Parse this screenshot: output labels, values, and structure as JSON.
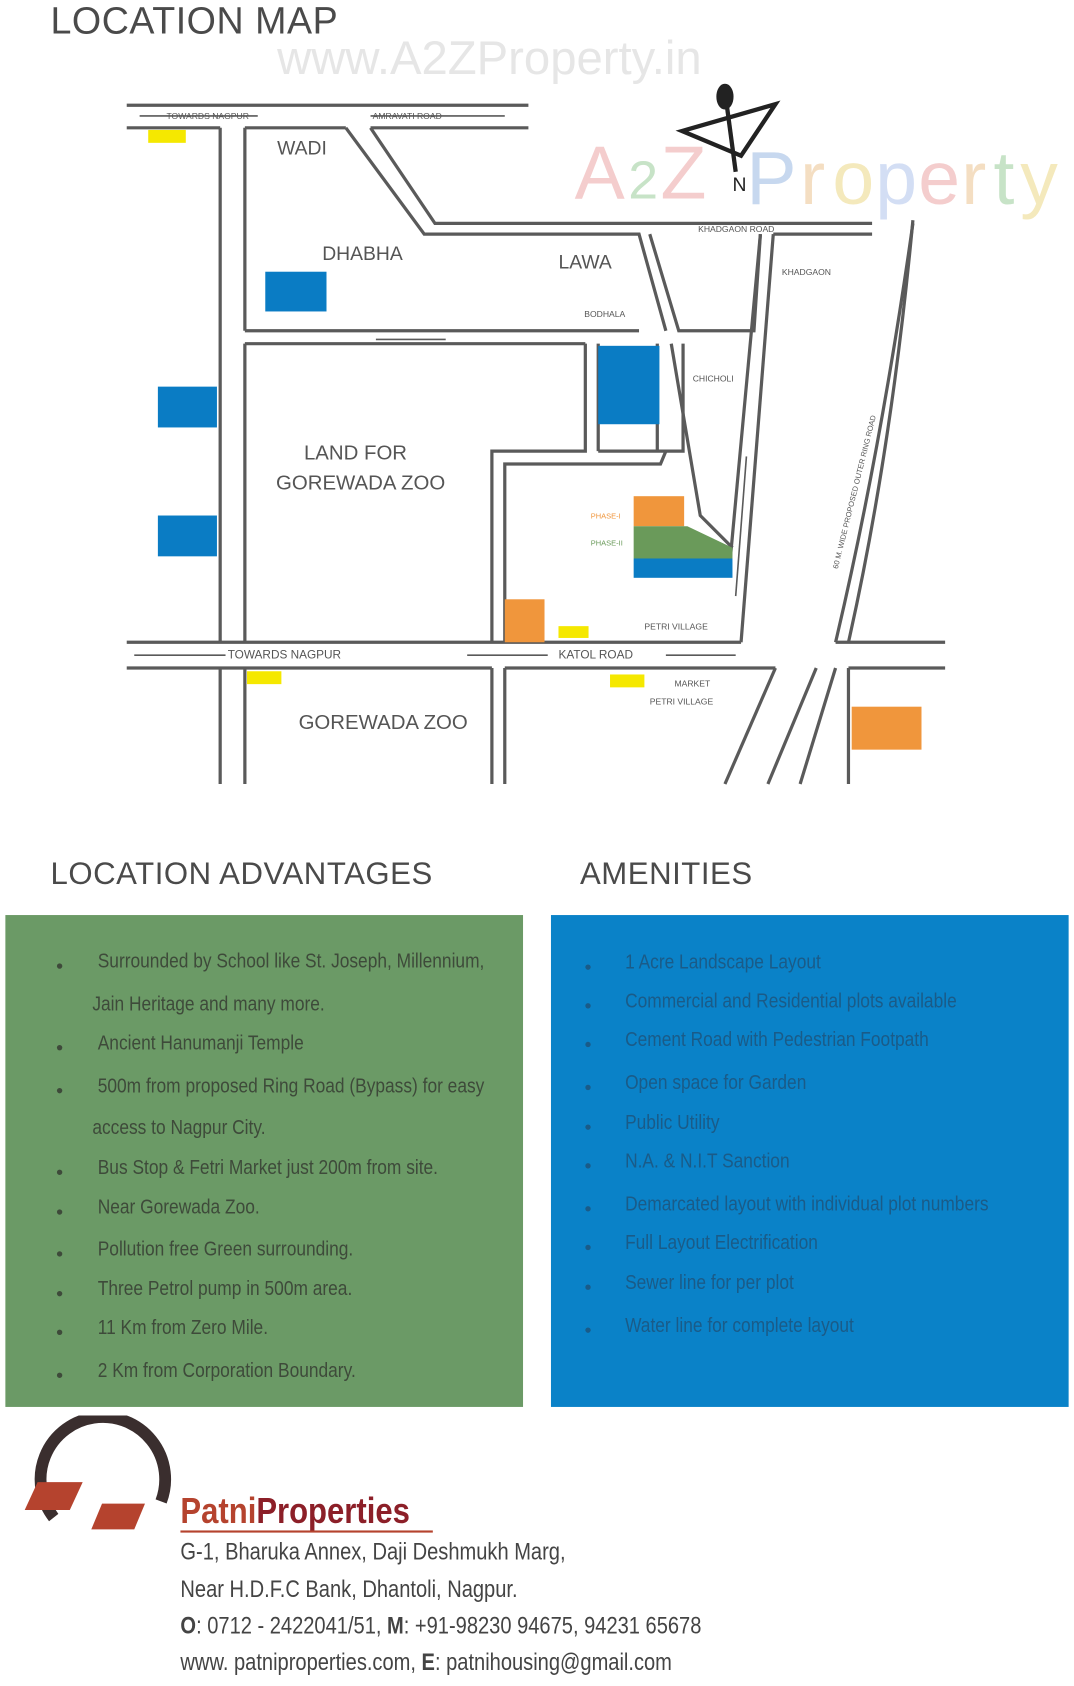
{
  "map_section": {
    "title": "LOCATION MAP",
    "watermark_url": "www.A2ZProperty.in",
    "watermark_logo": "A2Z Property",
    "compass_label": "N",
    "labels": {
      "wadi": "WADI",
      "dhabha": "DHABHA",
      "lawa": "LAWA",
      "land_for": "LAND FOR",
      "gorewada_zoo_land": "GOREWADA ZOO",
      "gorewada_zoo": "GOREWADA ZOO",
      "towards_nagpur_top": "TOWARDS NAGPUR",
      "amravati_road": "AMRAVATI ROAD",
      "khadgaon_road": "KHADGAON ROAD",
      "khadgaon": "KHADGAON",
      "bodhala": "BODHALA",
      "chicholi": "CHICHOLI",
      "towards_nagpur": "TOWARDS NAGPUR",
      "katol_road": "KATOL ROAD",
      "phase_1": "PHASE-I",
      "phase_2": "PHASE-II",
      "petri_village": "PETRI VILLAGE",
      "market": "MARKET",
      "petri_village_2": "PETRI VILLAGE",
      "ring_road": "60 M. WIDE PROPOSED OUTER RING ROAD"
    },
    "colors": {
      "road": "#5a5a5a",
      "blue": "#0a7cc4",
      "orange": "#f0963c",
      "green": "#6a9a5a",
      "yellow": "#f5e800"
    }
  },
  "advantages": {
    "title": "LOCATION ADVANTAGES",
    "bg_color": "#6b9a66",
    "items": [
      "Surrounded by School like St. Joseph, Millennium,",
      "Jain Heritage and many more.",
      "Ancient Hanumanji Temple",
      "500m from proposed Ring Road (Bypass) for easy",
      "access to Nagpur City.",
      "Bus Stop & Fetri Market just 200m from site.",
      "Near Gorewada Zoo.",
      "Pollution free Green surrounding.",
      "Three Petrol pump in 500m area.",
      "11 Km from Zero Mile.",
      "2 Km from Corporation Boundary."
    ]
  },
  "amenities": {
    "title": "AMENITIES",
    "bg_color": "#0a82c8",
    "items": [
      "1 Acre Landscape Layout",
      "Commercial and Residential plots available",
      "Cement Road with Pedestrian Footpath",
      "Open space for Garden",
      "Public Utility",
      "N.A. & N.I.T Sanction",
      "Demarcated layout with individual plot numbers",
      "Full Layout Electrification",
      "Sewer line for per plot",
      "Water line for complete layout"
    ]
  },
  "company": {
    "name_part1": "Patni",
    "name_part2": "Properties",
    "address_line1": "G-1, Bharuka Annex, Daji Deshmukh Marg,",
    "address_line2": "Near H.D.F.C Bank, Dhantoli, Nagpur.",
    "phone_label": "O",
    "phone": ": 0712 - 2422041/51, ",
    "mobile_label": "M",
    "mobile": ": +91-98230 94675, 94231 65678",
    "website": "www. patniproperties.com,  ",
    "email_label": "E",
    "email": ": patnihousing@gmail.com"
  }
}
